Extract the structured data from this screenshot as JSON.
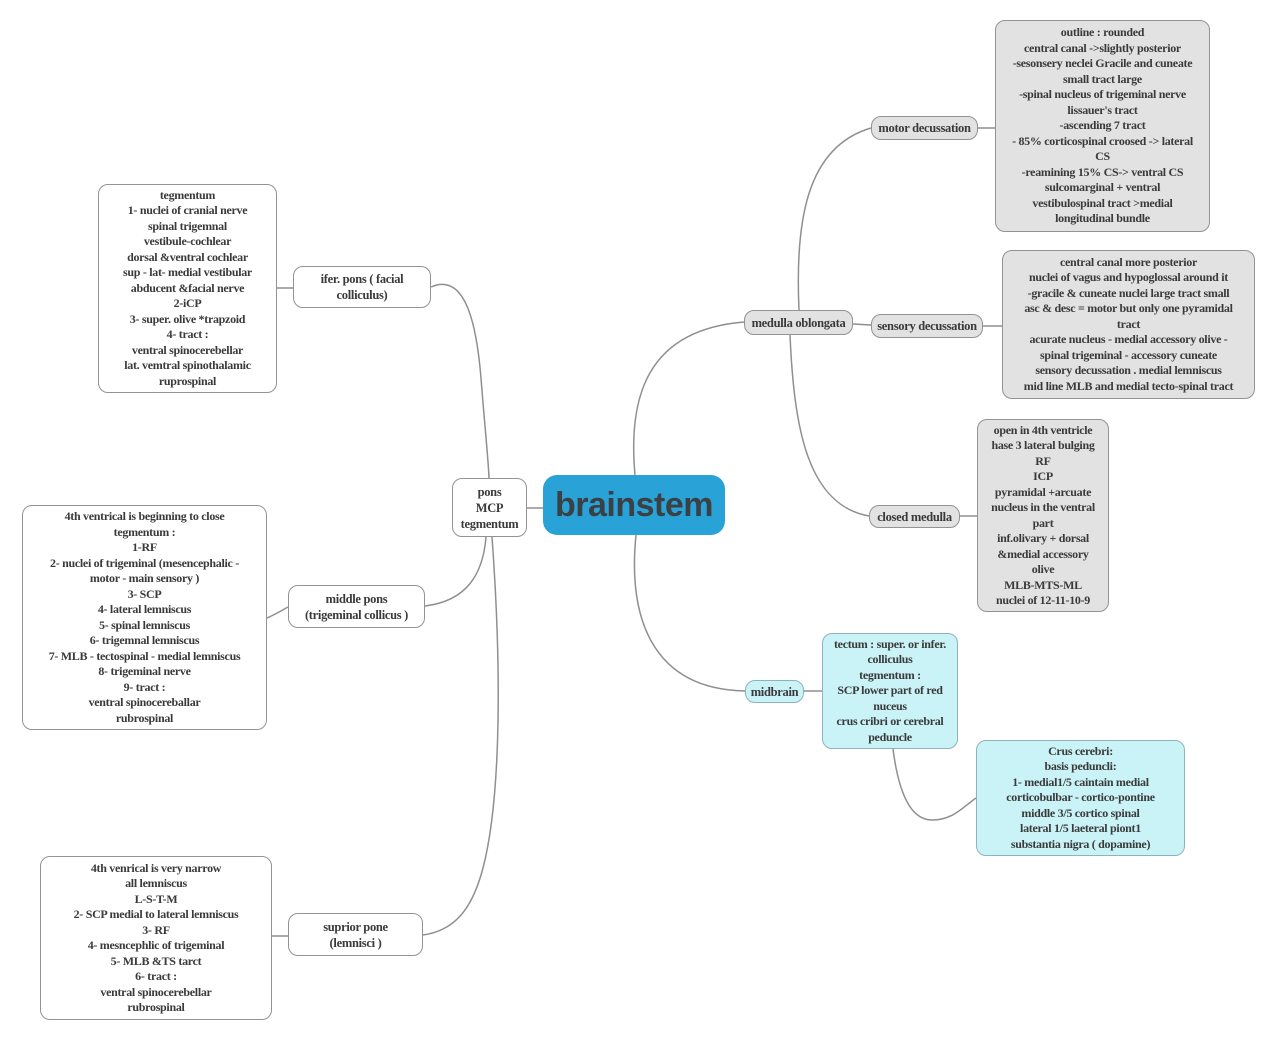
{
  "root": {
    "label": "brainstem"
  },
  "pons": {
    "hub_label": "pons\nMCP\ntegmentum",
    "inferior": {
      "node_label": "ifer. pons ( facial\ncolliculus)",
      "detail_text": "tegmentum\n1- nuclei of cranial nerve\nspinal trigemnal\nvestibule-cochlear\ndorsal &ventral cochlear\nsup - lat- medial vestibular\nabducent &facial nerve\n2-iCP\n3- super. olive *trapzoid\n4- tract :\nventral spinocerebellar\nlat. vemtral spinothalamic\nruprospinal"
    },
    "middle": {
      "node_label": "middle pons\n(trigeminal collicus )",
      "detail_text": "4th ventrical is beginning to close\ntegmentum :\n1-RF\n2- nuclei of trigeminal (mesencephalic -\nmotor - main sensory )\n3- SCP\n4- lateral lemniscus\n5- spinal lemniscus\n6- trigemnal lemniscus\n7- MLB - tectospinal - medial lemniscus\n8- trigeminal nerve\n9- tract :\nventral spinocereballar\nrubrospinal"
    },
    "superior": {
      "node_label": "suprior pone\n(lemnisci )",
      "detail_text": "4th venrical is very narrow\nall lemniscus\nL-S-T-M\n2- SCP medial to lateral lemniscus\n3- RF\n4- mesncephlic of trigeminal\n5- MLB &TS tarct\n6- tract :\nventral spinocerebellar\nrubrospinal"
    }
  },
  "medulla": {
    "node_label": "medulla oblongata",
    "motor": {
      "node_label": "motor decussation",
      "detail_text": "outline : rounded\ncentral canal ->slightly posterior\n-sesonsery neclei Gracile and cuneate\nsmall tract large\n-spinal nucleus of trigeminal nerve\nlissauer's tract\n-ascending 7 tract\n- 85% corticospinal croosed -> lateral\nCS\n-reamining 15% CS-> ventral CS\nsulcomarginal + ventral\nvestibulospinal tract >medial\nlongitudinal bundle"
    },
    "sensory": {
      "node_label": "sensory decussation",
      "detail_text": "central canal more posterior\nnuclei of vagus and hypoglossal around it\n-gracile & cuneate nuclei large tract small\nasc & desc = motor but only one pyramidal\ntract\nacurate nucleus - medial accessory olive -\nspinal trigeminal - accessory cuneate\nsensory decussation . medial lemniscus\nmid line MLB and medial tecto-spinal tract"
    },
    "closed": {
      "node_label": "closed medulla",
      "detail_text": "open in 4th ventricle\nhase 3 lateral bulging\nRF\nICP\npyramidal +arcuate\nnucleus in the ventral\npart\ninf.olivary + dorsal\n&medial accessory\nolive\nMLB-MTS-ML\nnuclei of 12-11-10-9"
    }
  },
  "midbrain": {
    "node_label": "midbrain",
    "tectum_detail_text": "tectum : super. or infer.\ncolliculus\ntegmentum :\nSCP lower part of red\nnuceus\ncrus cribri or cerebral\npeduncle",
    "crus_detail_text": "Crus cerebri:\nbasis peduncli:\n1- medial1/5 caintain medial\ncorticobulbar - cortico-pontine\nmiddle 3/5 cortico spinal\nlateral 1/5 laeteral piont1\nsubstantia nigra ( dopamine)"
  },
  "colors": {
    "root_fill": "#29a3d7",
    "gray_fill": "#e2e2e2",
    "cyan_fill": "#c9f3f7",
    "connector": "#8f8f8f"
  }
}
